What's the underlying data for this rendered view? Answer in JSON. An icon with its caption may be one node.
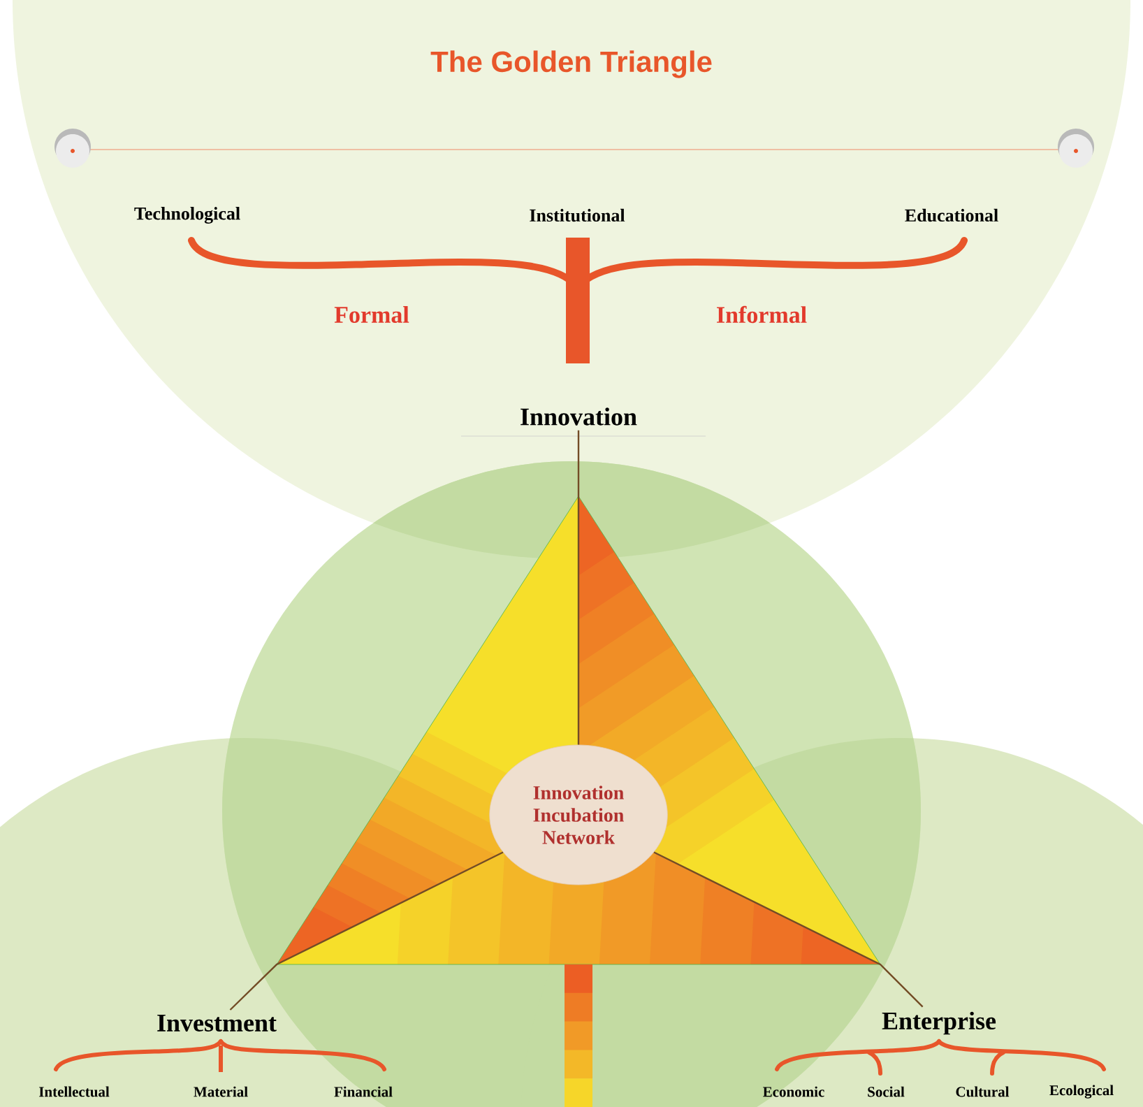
{
  "diagram": {
    "title": "The Golden Triangle",
    "nodes": [
      {
        "text": [
          "Innovation"
        ]
      },
      {
        "text": [
          "Innovation Incubation Network"
        ]
      },
      {
        "text": [
          "Investment"
        ]
      },
      {
        "text": [
          "Enterprise"
        ]
      }
    ],
    "edges": [
      {
        "from": 0,
        "to": 1,
        "arrow": "none"
      },
      {
        "from": 2,
        "to": 1,
        "arrow": "none"
      },
      {
        "from": 3,
        "to": 1,
        "arrow": "none"
      }
    ],
    "labels": [
      "Technological",
      "Institutional",
      "Educational",
      "Formal",
      "Informal",
      "Intellectual",
      "Material",
      "Financial",
      "Economic",
      "Social",
      "Cultural",
      "Ecological"
    ]
  }
}
